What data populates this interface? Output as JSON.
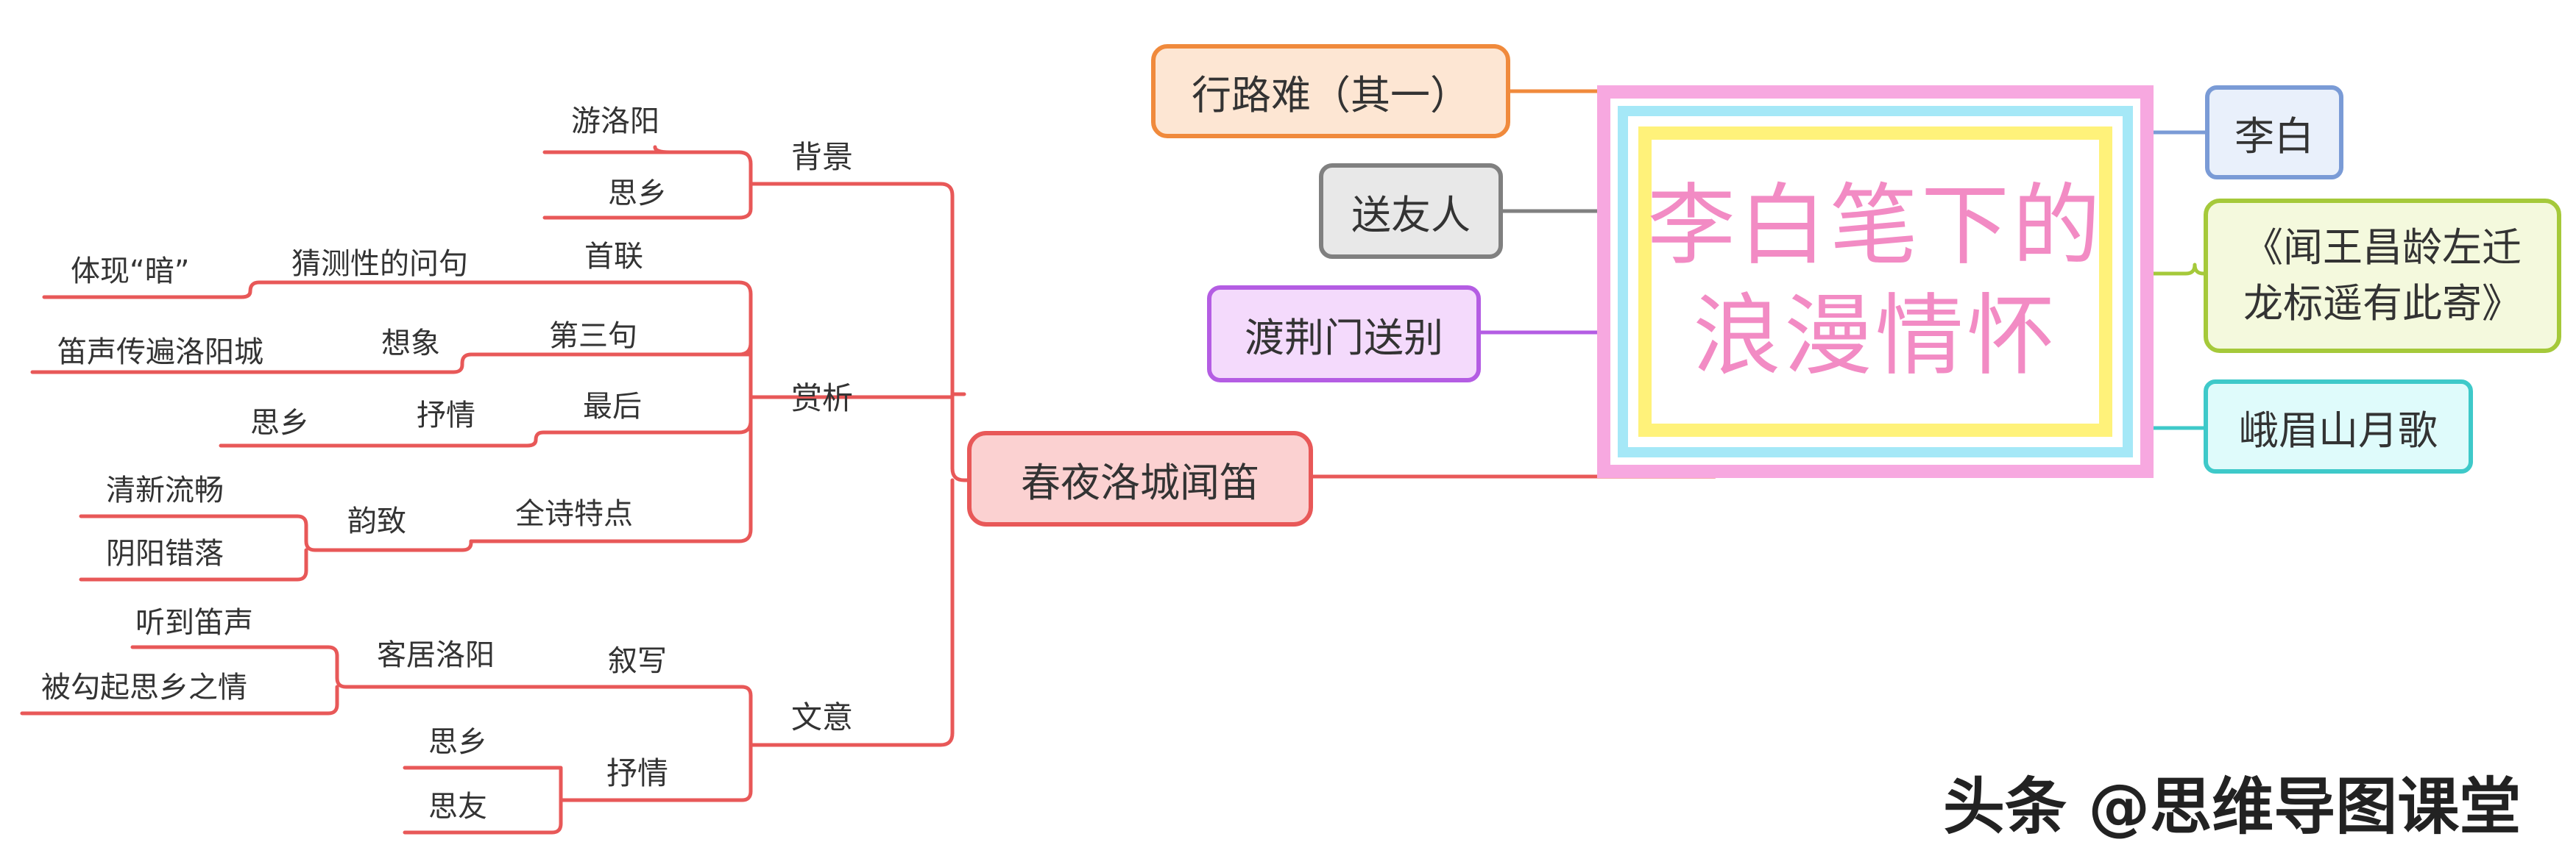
{
  "center": {
    "title_line1": "李白笔下的",
    "title_line2": "浪漫情怀"
  },
  "right_nodes": [
    {
      "label": "李白",
      "color": "#7a9bd6"
    },
    {
      "label_line1": "《闻王昌龄左迁",
      "label_line2": "龙标遥有此寄》",
      "color": "#a5c93a"
    },
    {
      "label": "峨眉山月歌",
      "color": "#3ec9c9"
    }
  ],
  "left_nodes": [
    {
      "label": "行路难（其一）",
      "color": "#f08a3c"
    },
    {
      "label": "送友人",
      "color": "#808080"
    },
    {
      "label": "渡荆门送别",
      "color": "#b45de3"
    },
    {
      "label": "春夜洛城闻笛",
      "color": "#e85858"
    }
  ],
  "branch": {
    "background": {
      "label": "背景",
      "children": [
        "游洛阳",
        "思乡"
      ]
    },
    "appreciation": {
      "label": "赏析",
      "first_couplet": {
        "label": "首联",
        "sub": "猜测性的问句",
        "leaf": "体现“暗”"
      },
      "third_line": {
        "label": "第三句",
        "sub": "想象",
        "leaf": "笛声传遍洛阳城"
      },
      "last": {
        "label": "最后",
        "sub": "抒情",
        "leaf": "思乡"
      },
      "whole_poem": {
        "label": "全诗特点",
        "sub": "韵致",
        "leaves": [
          "清新流畅",
          "阴阳错落"
        ]
      }
    },
    "meaning": {
      "label": "文意",
      "narrate": {
        "label": "叙写",
        "sub": "客居洛阳",
        "leaves": [
          "听到笛声",
          "被勾起思乡之情"
        ]
      },
      "lyric": {
        "label": "抒情",
        "leaves": [
          "思乡",
          "思友"
        ]
      }
    }
  },
  "watermark": "头条 @思维导图课堂"
}
